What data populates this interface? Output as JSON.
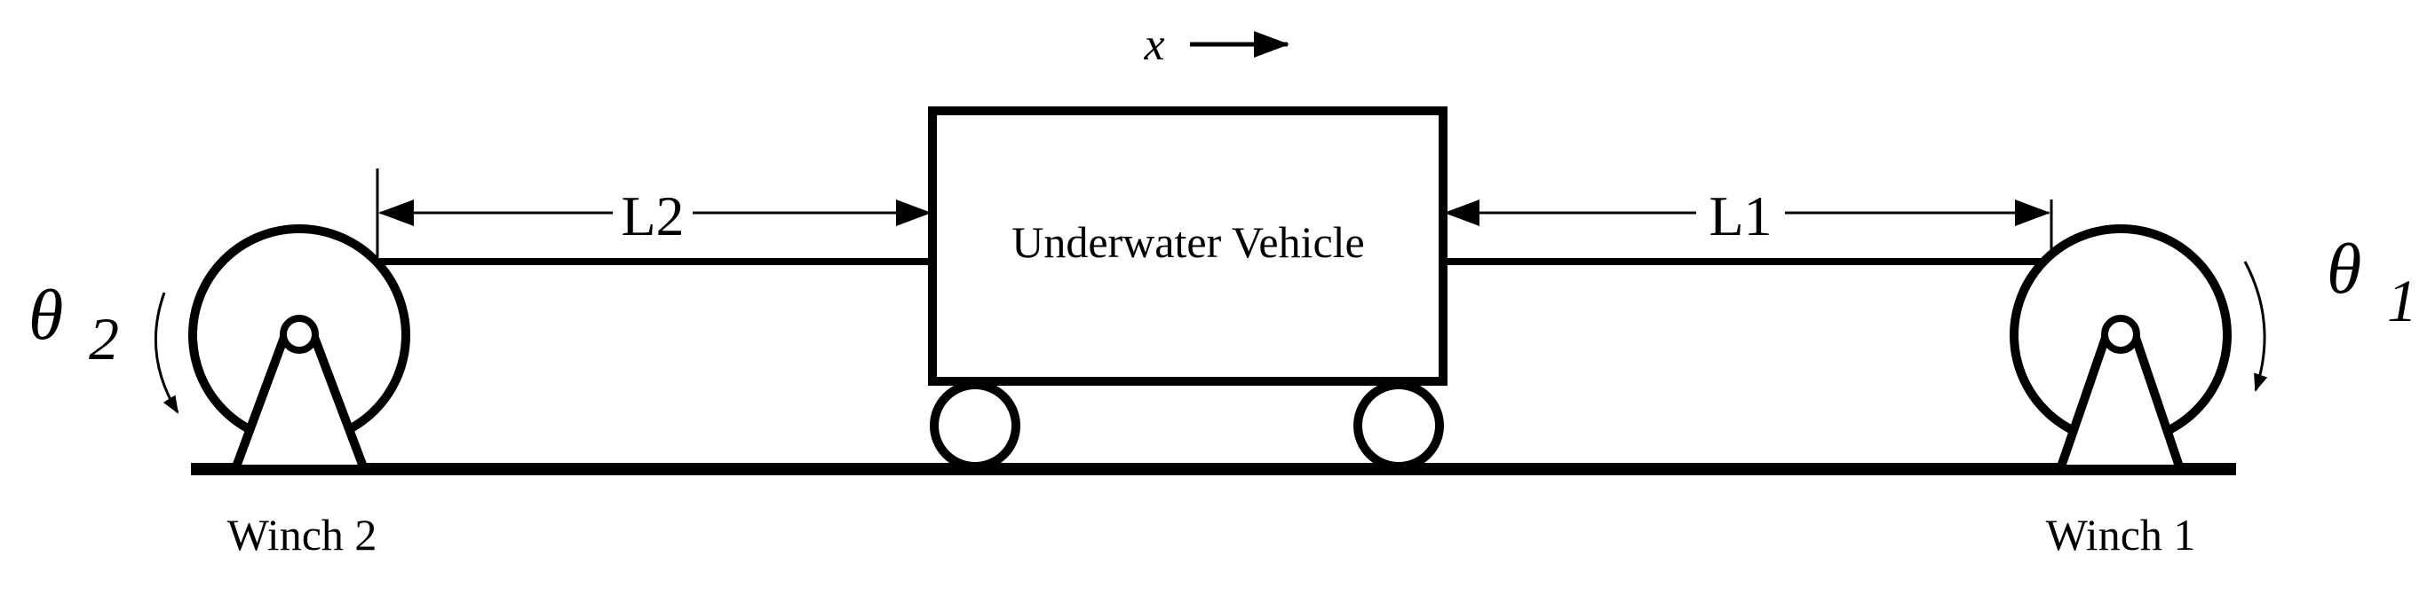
{
  "diagram": {
    "vehicle_label": "Underwater Vehicle",
    "motion_label": "x",
    "length_right_label": "L1",
    "length_left_label": "L2",
    "winch_right_label": "Winch 1",
    "winch_left_label": "Winch 2",
    "angle_right_symbol": "θ",
    "angle_right_subscript": "1",
    "angle_left_symbol": "θ",
    "angle_left_subscript": "2"
  },
  "colors": {
    "line": "#000000",
    "background": "#ffffff"
  }
}
